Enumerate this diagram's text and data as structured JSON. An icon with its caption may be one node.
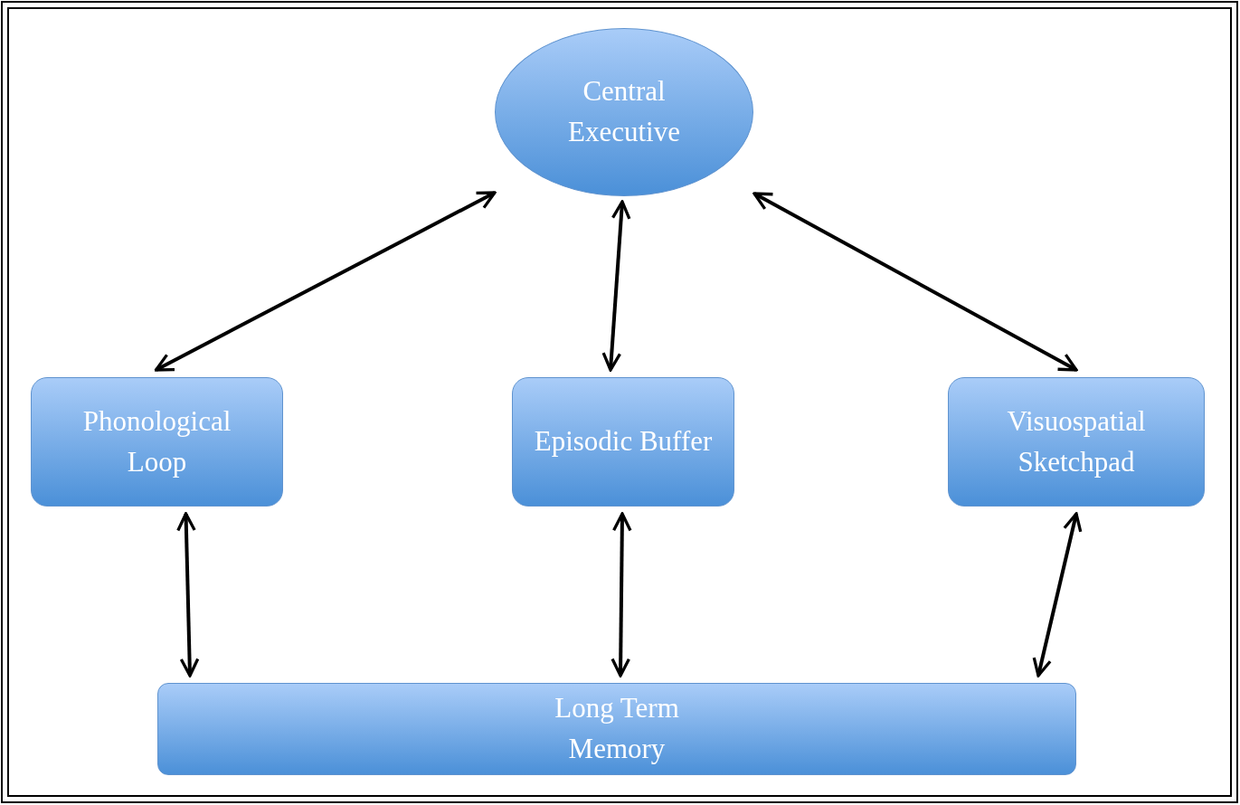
{
  "diagram": {
    "nodes": [
      {
        "text": [
          "Central Executive"
        ]
      },
      {
        "text": [
          "Phonological Loop"
        ]
      },
      {
        "text": [
          "Episodic Buffer"
        ]
      },
      {
        "text": [
          "Visuospatial Sketchpad"
        ]
      },
      {
        "text": [
          "Long Term Memory"
        ]
      }
    ],
    "edges": [
      {
        "from": 0,
        "to": 1,
        "arrow": "both"
      },
      {
        "from": 0,
        "to": 2,
        "arrow": "both"
      },
      {
        "from": 0,
        "to": 3,
        "arrow": "both"
      },
      {
        "from": 1,
        "to": 4,
        "arrow": "both"
      },
      {
        "from": 2,
        "to": 4,
        "arrow": "both"
      },
      {
        "from": 3,
        "to": 4,
        "arrow": "both"
      }
    ]
  }
}
